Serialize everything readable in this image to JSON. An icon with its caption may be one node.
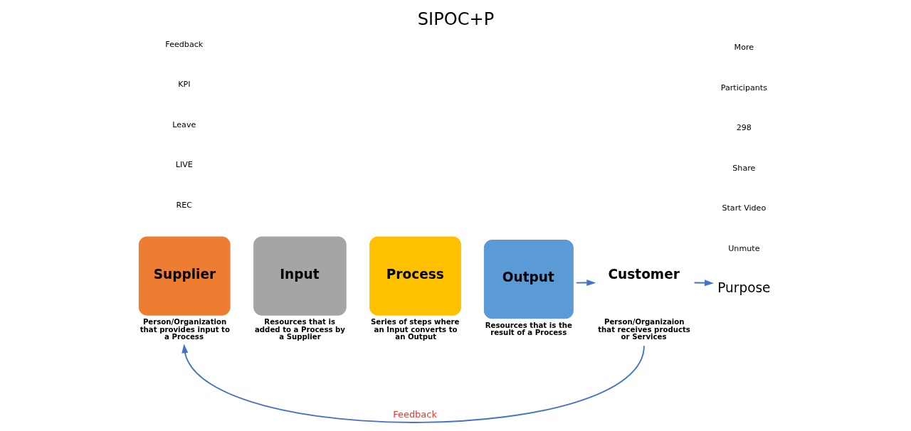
{
  "diagram": {
    "title": "SIPOC+P",
    "nodes": [
      {
        "text": [
          "Supplier"
        ],
        "beside": [
          "Person/Organization that provides input to a Process"
        ]
      },
      {
        "text": [
          "Input"
        ],
        "beside": [
          "Resources that is added to a Process by a Supplier"
        ]
      },
      {
        "text": [
          "Process"
        ],
        "beside": [
          "Series of steps where an Input converts to an Output"
        ]
      },
      {
        "text": [
          "Output"
        ],
        "beside": [
          "Resources that is the result of a Process"
        ]
      },
      {
        "text": [
          "Customer"
        ],
        "beside": [
          "Person/Organizaion that receives products or Services"
        ]
      },
      {
        "text": [
          "Purpose"
        ]
      }
    ],
    "edges": [
      {
        "from": 3,
        "to": 4,
        "arrow": "to"
      },
      {
        "from": 4,
        "to": 5,
        "arrow": "to"
      },
      {
        "from": 4,
        "to": 0,
        "arrow": "to",
        "label": "Feedback"
      }
    ],
    "labels": [
      "REC",
      "LIVE",
      "Leave",
      "KPI",
      "Feedback",
      "Unmute",
      "Start Video",
      "Share",
      "298",
      "Participants",
      "More"
    ]
  }
}
